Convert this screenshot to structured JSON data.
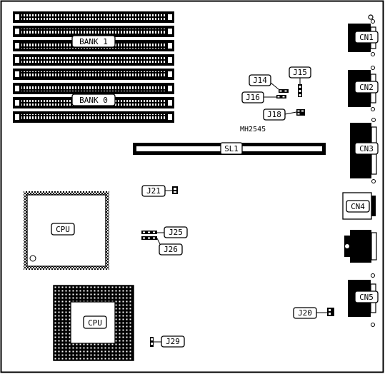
{
  "labels": {
    "bank1": "BANK 1",
    "bank0": "BANK 0",
    "j14": "J14",
    "j15": "J15",
    "j16": "J16",
    "j18": "J18",
    "model": "MH2545",
    "sl1": "SL1",
    "j21": "J21",
    "j25": "J25",
    "j26": "J26",
    "cpu_qfp": "CPU",
    "cpu_pga": "CPU",
    "j20": "J20",
    "j29": "J29",
    "cn1": "CN1",
    "cn2": "CN2",
    "cn3": "CN3",
    "cn4": "CN4",
    "cn5": "CN5"
  }
}
